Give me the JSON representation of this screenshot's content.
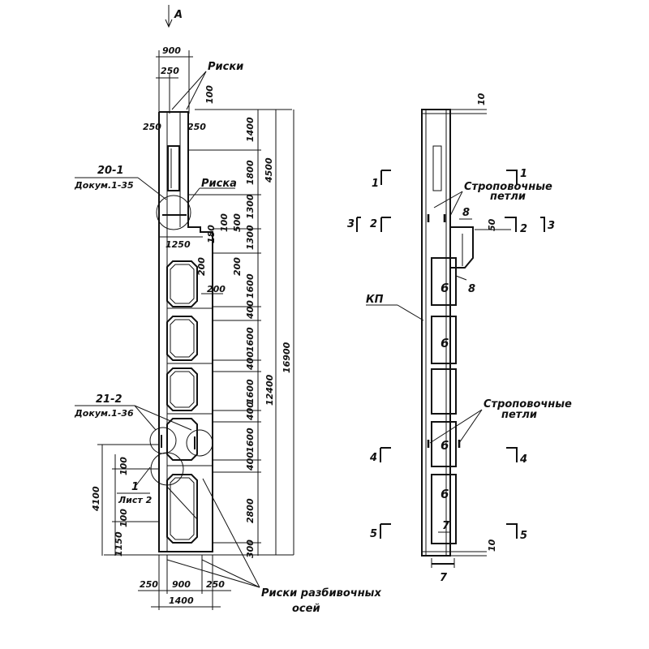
{
  "view_marker": "А",
  "left_view": {
    "top_width": "900",
    "top_sub_left": "250",
    "risk_label": "Риски",
    "dim_100_top": "100",
    "col_left": "250",
    "col_right": "250",
    "right_dims": [
      "1400",
      "1800",
      "1300",
      "500",
      "100",
      "1300",
      "200",
      "1600",
      "400",
      "1600",
      "400",
      "1600",
      "400",
      "1600",
      "400",
      "2800",
      "300"
    ],
    "dim_4500": "4500",
    "dim_12400": "12400",
    "dim_16900": "16900",
    "dim_180": "180",
    "dim_200_a": "200",
    "dim_200_b": "200",
    "riska_label": "Риска",
    "dim_1250": "1250",
    "callout_20_1": "20-1",
    "callout_20_1_doc": "Докум.1-35",
    "callout_21_2": "21-2",
    "callout_21_2_doc": "Докум.1-36",
    "callout_1": "1",
    "callout_1_sheet": "Лист 2",
    "dim_4100": "4100",
    "dim_1150": "1150",
    "dim_100_a": "100",
    "dim_100_b": "100",
    "bottom_250_left": "250",
    "bottom_900": "900",
    "bottom_250_right": "250",
    "bottom_1400": "1400",
    "axis_risks_label_1": "Риски разбивочных",
    "axis_risks_label_2": "осей"
  },
  "right_view": {
    "dim_10_top": "10",
    "dim_10_bottom": "10",
    "sling_loops_1": "Строповочные",
    "sling_loops_1b": "петли",
    "sling_loops_2": "Строповочные",
    "sling_loops_2b": "петли",
    "kp_label": "КП",
    "dim_50": "50",
    "marker_8_a": "8",
    "marker_8_b": "8",
    "marker_6": [
      "6",
      "6",
      "6",
      "6"
    ],
    "marker_7_a": "7",
    "marker_7_b": "7",
    "section_1_left": "1",
    "section_1_right": "1",
    "section_2_left": "2",
    "section_2_right": "2",
    "section_3_left": "3",
    "section_3_right": "3",
    "section_4_left": "4",
    "section_4_right": "4",
    "section_5_left": "5",
    "section_5_right": "5"
  }
}
